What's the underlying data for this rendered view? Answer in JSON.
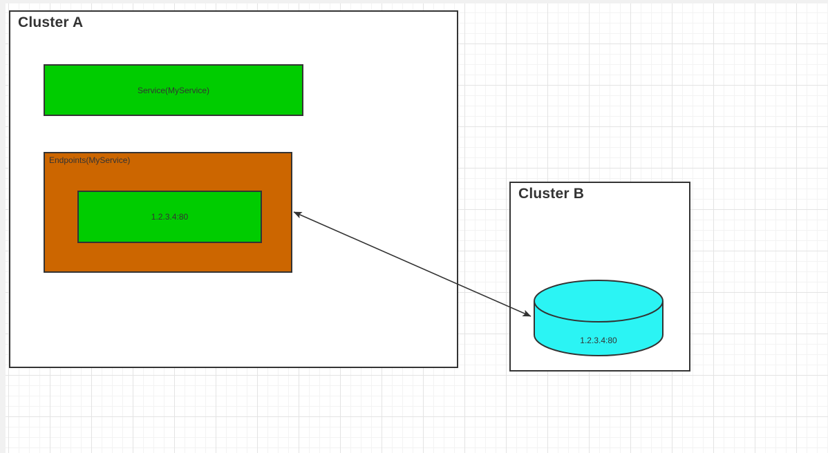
{
  "canvas": {
    "background": "#ffffff",
    "outside_margin_color": "#f1f1f1",
    "grid_minor_color": "#f3f3f3",
    "grid_major_color": "#e3e3e3"
  },
  "colors": {
    "green": "#00cc00",
    "orange": "#cc6600",
    "cyan": "#2bf4f4",
    "stroke": "#333333",
    "label_text": "#333333"
  },
  "cluster_a": {
    "title": "Cluster A",
    "service_box": {
      "label": "Service(MyService)",
      "fill": "#00cc00"
    },
    "endpoints_box": {
      "label": "Endpoints(MyService)",
      "fill": "#cc6600",
      "endpoint_item": {
        "label": "1.2.3.4:80",
        "fill": "#00cc00"
      }
    }
  },
  "cluster_b": {
    "title": "Cluster B",
    "database": {
      "label": "1.2.3.4:80",
      "fill": "#2bf4f4",
      "shape": "cylinder"
    }
  },
  "connector": {
    "style": "double-arrow",
    "from": "endpoints-box",
    "to": "cluster-b-database"
  }
}
